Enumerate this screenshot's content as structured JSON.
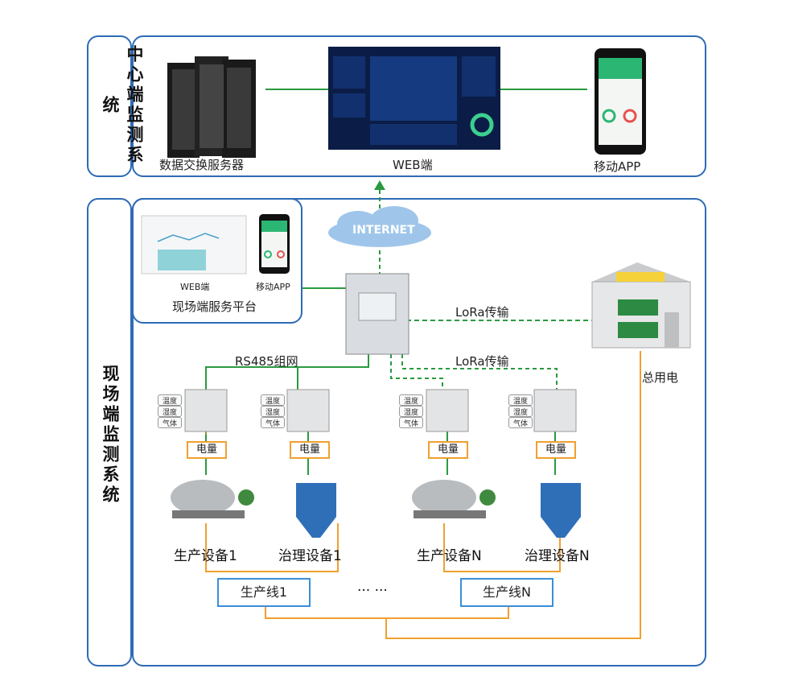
{
  "center": {
    "title": "中心端监测系统",
    "server_label": "数据交换服务器",
    "web_label": "WEB端",
    "app_label": "移动APP"
  },
  "field": {
    "title": "现场端监测系统",
    "platform": {
      "title": "现场端服务平台",
      "web_label": "WEB端",
      "app_label": "移动APP"
    },
    "internet": "INTERNET",
    "lora1": "LoRa传输",
    "lora2": "LoRa传输",
    "rs485": "RS485组网",
    "total_power": "总用电",
    "sensor_tags": [
      "温度",
      "湿度",
      "气体"
    ],
    "sensor_tags_alt": [
      "温度",
      "湿度",
      "气体"
    ],
    "power_label": "电量",
    "devices": [
      "生产设备1",
      "治理设备1",
      "生产设备N",
      "治理设备N"
    ],
    "line1": "生产线1",
    "lineN": "生产线N",
    "ellipsis": "··· ···"
  },
  "colors": {
    "panel_border": "#2e6bb5",
    "green_line": "#2a9a3e",
    "orange_line": "#f0a030",
    "blue_box": "#3a8fd8"
  }
}
